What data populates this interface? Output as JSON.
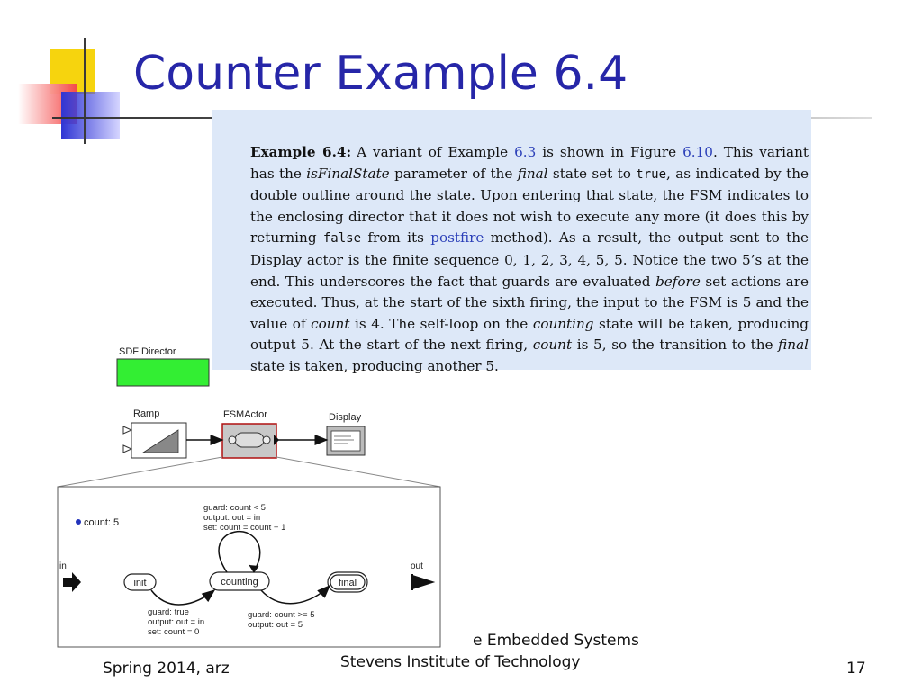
{
  "slide": {
    "title": "Counter Example 6.4",
    "page_number": "17"
  },
  "example": {
    "label": "Example 6.4:",
    "parts": [
      "A variant of Example ",
      "6.3",
      " is shown in Figure ",
      "6.10",
      ". This variant has the ",
      "isFinalState",
      " parameter of the ",
      "final",
      " state set to ",
      "true",
      ", as indicated by the double outline around the state. Upon entering that state, the FSM indicates to the enclosing director that it does not wish to execute any more (it does this by returning ",
      "false",
      " from its ",
      "postfire",
      " method). As a result, the output sent to the Display actor is the finite sequence 0, 1, 2, 3, 4, 5, 5. Notice the two 5’s at the end. This underscores the fact that guards are evaluated ",
      "before",
      " set actions are executed. Thus, at the start of the sixth firing, the input to the FSM is 5 and the value of ",
      "count",
      " is 4. The self-loop on the ",
      "counting",
      " state will be taken, producing output 5. At the start of the next firing, ",
      "count",
      " is 5, so the transition to the ",
      "final",
      " state is taken, producing another 5."
    ]
  },
  "diagram": {
    "director_label": "SDF Director",
    "ramp_label": "Ramp",
    "fsm_label": "FSMActor",
    "display_label": "Display",
    "count_param": "count: 5",
    "in_label": "in",
    "out_label": "out",
    "state_init": "init",
    "state_counting": "counting",
    "state_final": "final",
    "self_loop_lines": [
      "guard: count < 5",
      "output: out = in",
      "set: count = count + 1"
    ],
    "init_lines": [
      "guard: true",
      "output: out = in",
      "set: count = 0"
    ],
    "final_lines": [
      "guard: count >= 5",
      "output: out = 5"
    ],
    "colors": {
      "director_fill": "#33ee33",
      "fsm_border": "#b01010",
      "param_dot": "#2233bb"
    }
  },
  "footer": {
    "left": "Spring 2014, arz",
    "center_line1": "e Embedded Systems",
    "center_line2": "Stevens Institute of Technology"
  }
}
